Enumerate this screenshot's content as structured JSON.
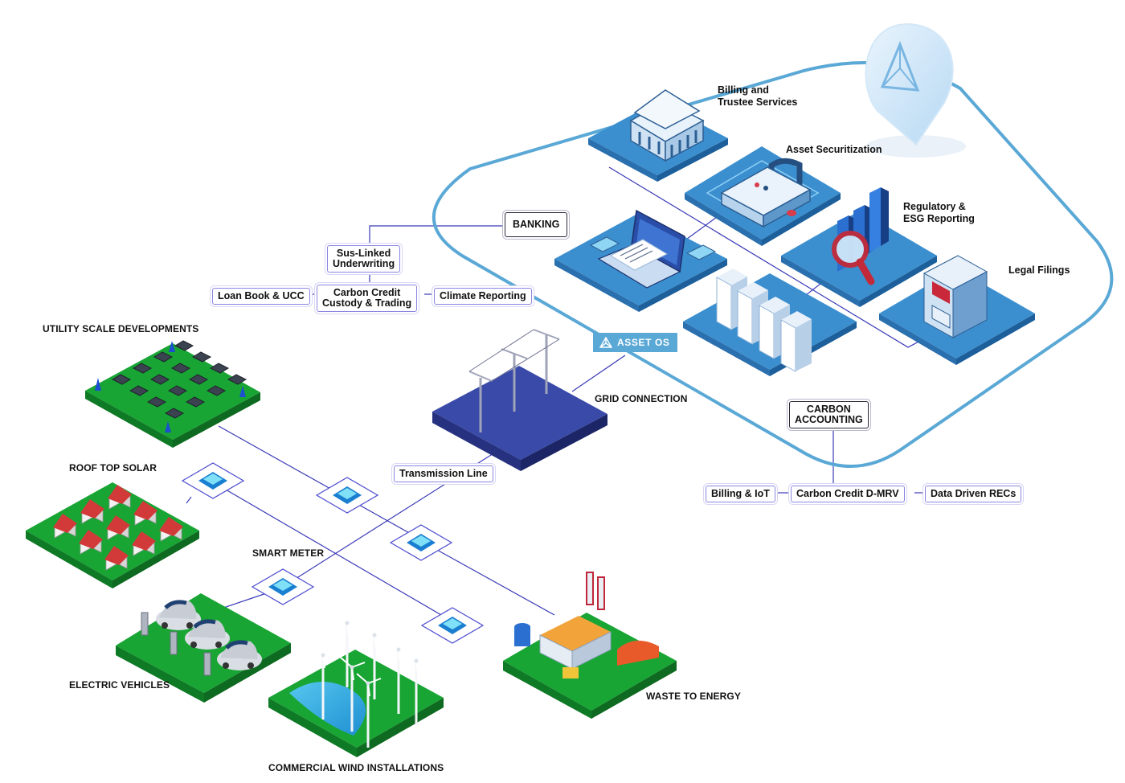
{
  "platform": {
    "badge": "ASSET OS",
    "services": {
      "billing": "Billing and Trustee Services",
      "billing_l1": "Billing and",
      "billing_l2": "Trustee Services",
      "securitization": "Asset Securitization",
      "regulatory_l1": "Regulatory &",
      "regulatory_l2": "ESG Reporting",
      "legal": "Legal Filings"
    }
  },
  "finance": {
    "banking": "BANKING",
    "underwriting_l1": "Sus-Linked",
    "underwriting_l2": "Underwriting",
    "carbon_l1": "Carbon Credit",
    "carbon_l2": "Custody & Trading",
    "loan_book": "Loan Book & UCC",
    "climate": "Climate Reporting"
  },
  "carbon": {
    "accounting_l1": "CARBON",
    "accounting_l2": "ACCOUNTING",
    "billing_iot": "Billing & IoT",
    "dmrv": "Carbon Credit D-MRV",
    "recs": "Data Driven RECs"
  },
  "grid": {
    "connection": "GRID CONNECTION",
    "transmission": "Transmission Line",
    "smart_meter": "SMART METER"
  },
  "sites": {
    "utility": "UTILITY SCALE  DEVELOPMENTS",
    "rooftop": "ROOF TOP SOLAR",
    "ev": "ELECTRIC VEHICLES",
    "wind": "COMMERCIAL WIND  INSTALLATIONS",
    "waste": "WASTE TO ENERGY"
  },
  "colors": {
    "platform_outline": "#5aa8d6",
    "tile_blue": "#3c8fcf",
    "tile_side": "#1d5f9a",
    "ground_green": "#18a534",
    "ground_side": "#0d6a20",
    "grid_tile": "#3a4aa8",
    "connector": "#3a3ab8"
  }
}
